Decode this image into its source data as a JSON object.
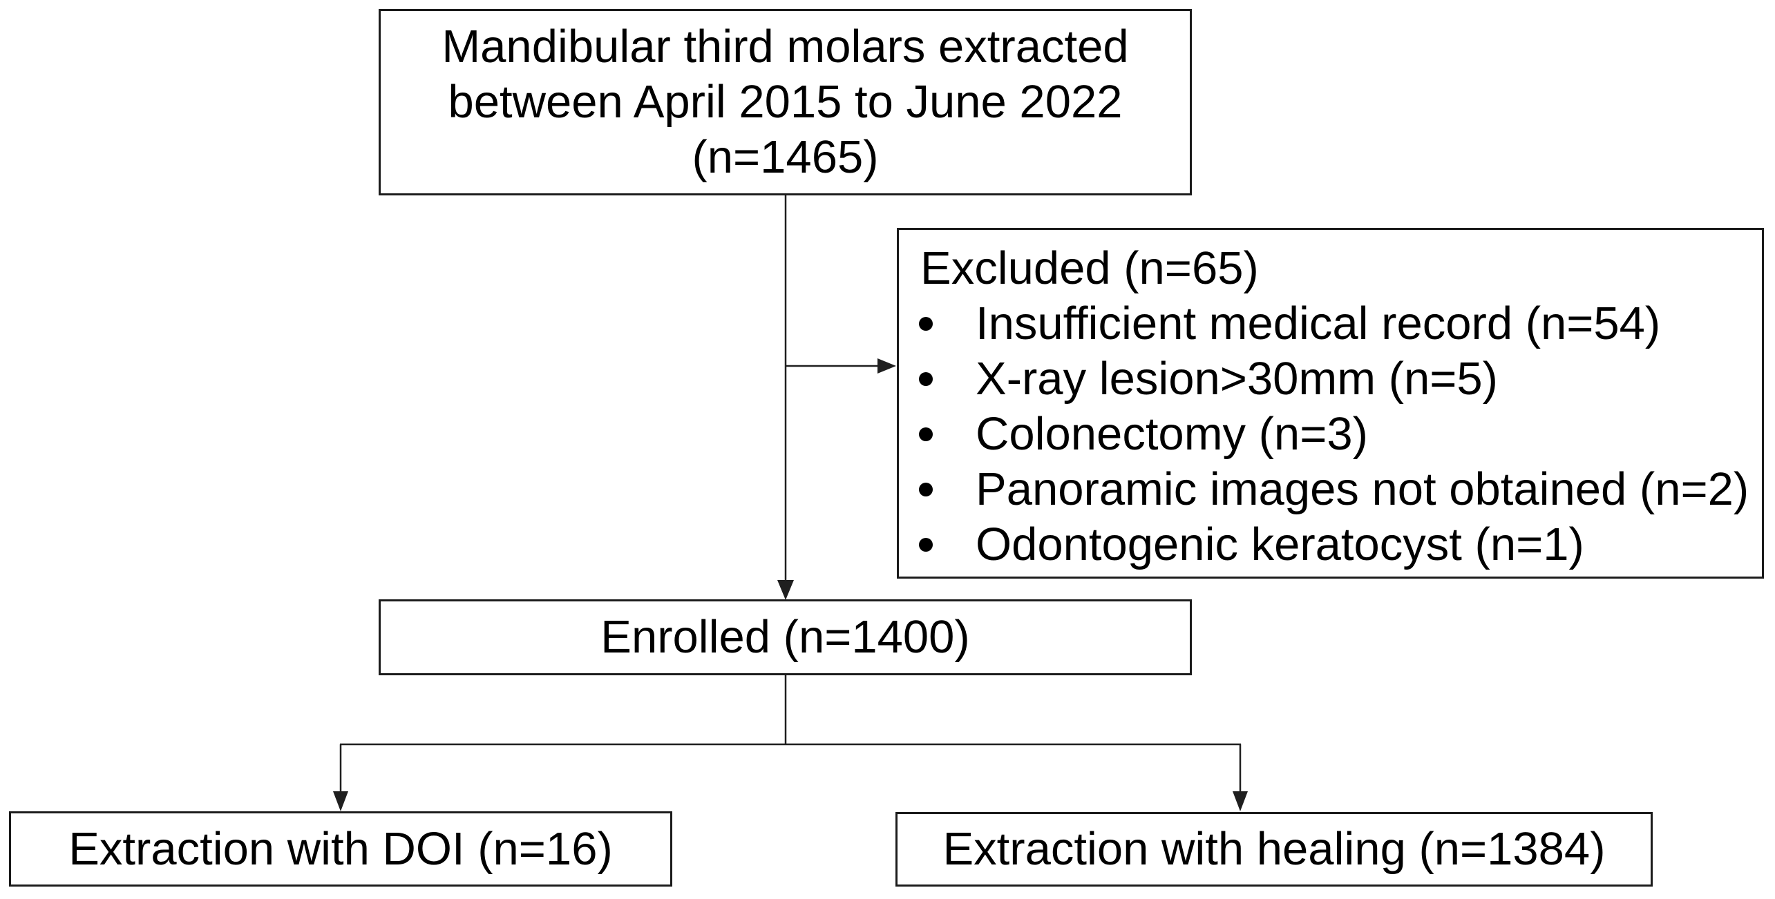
{
  "figure": {
    "type": "patient-flow-diagram",
    "colors": {
      "background": "#ffffff",
      "box_border": "#1b1b1b",
      "text": "#000000",
      "connector": "#1f1f1f"
    },
    "boxes": {
      "initial": {
        "lines": [
          "Mandibular third molars extracted",
          "between April 2015 to June 2022",
          "(n=1465)"
        ]
      },
      "excluded": {
        "title": "Excluded (n=65)",
        "items": [
          "Insufficient medical record (n=54)",
          "X-ray lesion>30mm (n=5)",
          "Colonectomy (n=3)",
          "Panoramic images not obtained (n=2)",
          "Odontogenic keratocyst (n=1)"
        ]
      },
      "enrolled": {
        "label": "Enrolled (n=1400)"
      },
      "extraction_doi": {
        "label": "Extraction with DOI (n=16)"
      },
      "extraction_healing": {
        "label": "Extraction with healing (n=1384)"
      }
    }
  }
}
